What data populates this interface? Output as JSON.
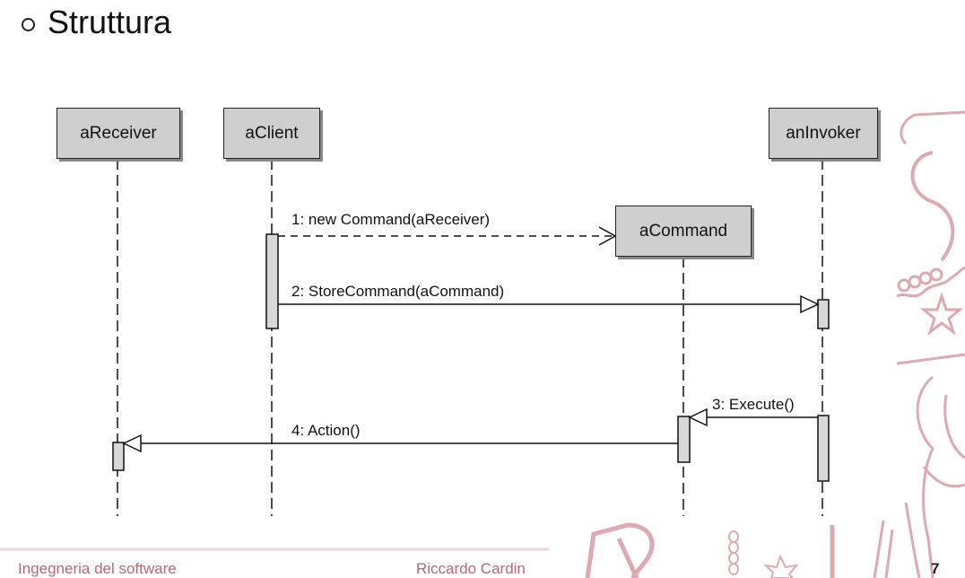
{
  "slide": {
    "bullet": "○",
    "heading": "Struttura"
  },
  "diagram": {
    "lifelines": {
      "receiver": "aReceiver",
      "client": "aClient",
      "command": "aCommand",
      "invoker": "anInvoker"
    },
    "messages": {
      "m1": "1: new Command(aReceiver)",
      "m2": "2: StoreCommand(aCommand)",
      "m3": "3: Execute()",
      "m4": "4: Action()"
    }
  },
  "footer": {
    "course": "Ingegneria del software",
    "author": "Riccardo Cardin",
    "page": "7"
  },
  "colors": {
    "footer_text": "#b26a73",
    "decoration": "#d9a7ad",
    "box_fill": "#cfcfcf"
  }
}
